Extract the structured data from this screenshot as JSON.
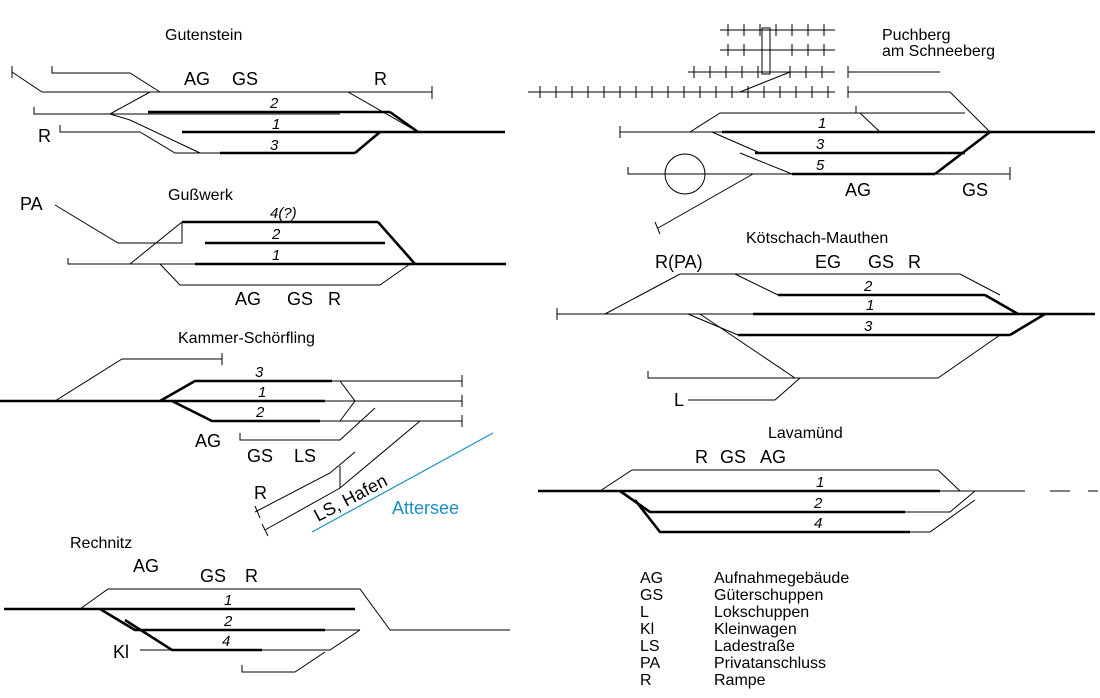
{
  "stations": {
    "gutenstein": {
      "name": "Gutenstein",
      "labels": [
        "AG",
        "GS",
        "R",
        "R"
      ],
      "tracks": [
        "2",
        "1",
        "3"
      ]
    },
    "gusswerk": {
      "name": "Gußwerk",
      "labels": [
        "PA",
        "AG",
        "GS",
        "R"
      ],
      "tracks": [
        "4(?)",
        "2",
        "1"
      ]
    },
    "kammer": {
      "name": "Kammer-Schörfling",
      "labels": [
        "AG",
        "GS",
        "LS",
        "R",
        "LS, Hafen"
      ],
      "tracks": [
        "3",
        "1",
        "2"
      ],
      "lake": "Attersee",
      "lake_color": "#1a8fc7"
    },
    "rechnitz": {
      "name": "Rechnitz",
      "labels": [
        "AG",
        "GS",
        "R",
        "Kl"
      ],
      "tracks": [
        "1",
        "2",
        "4"
      ]
    },
    "puchberg": {
      "name_line1": "Puchberg",
      "name_line2": "am Schneeberg",
      "labels": [
        "AG",
        "GS"
      ],
      "tracks": [
        "1",
        "3",
        "5"
      ]
    },
    "koetschach": {
      "name": "Kötschach-Mauthen",
      "labels": [
        "R(PA)",
        "EG",
        "GS",
        "R",
        "L"
      ],
      "tracks": [
        "2",
        "1",
        "3"
      ]
    },
    "lavamuend": {
      "name": "Lavamünd",
      "labels": [
        "R",
        "GS",
        "AG"
      ],
      "tracks": [
        "1",
        "2",
        "4"
      ]
    }
  },
  "legend": [
    {
      "abbr": "AG",
      "text": "Aufnahmegebäude"
    },
    {
      "abbr": "GS",
      "text": "Güterschuppen"
    },
    {
      "abbr": "L",
      "text": "Lokschuppen"
    },
    {
      "abbr": "Kl",
      "text": "Kleinwagen"
    },
    {
      "abbr": "LS",
      "text": "Ladestraße"
    },
    {
      "abbr": "PA",
      "text": "Privatanschluss"
    },
    {
      "abbr": "R",
      "text": "Rampe"
    }
  ]
}
